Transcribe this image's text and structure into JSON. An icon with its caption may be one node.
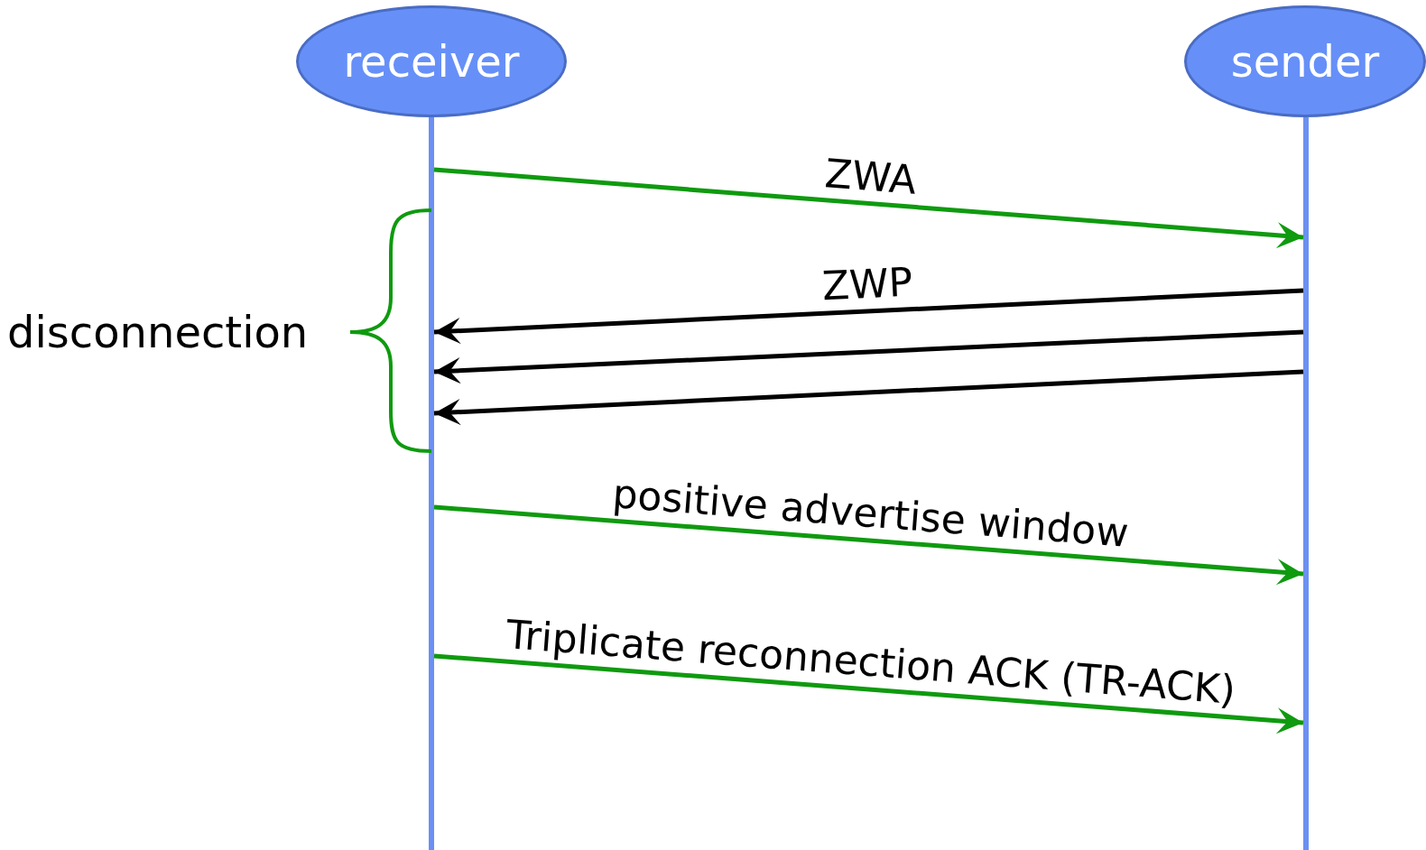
{
  "diagram": {
    "nodes": [
      {
        "text": [
          "receiver"
        ]
      },
      {
        "text": [
          "sender"
        ]
      },
      {
        "text": [],
        "shape": "bar"
      },
      {
        "text": [],
        "shape": "bar"
      }
    ],
    "edges": [
      {
        "from": 2,
        "to": 3,
        "arrow": "to",
        "label": "ZWA",
        "color": "#0f9a0f"
      },
      {
        "from": 3,
        "to": 2,
        "arrow": "to",
        "label": "ZWP",
        "color": "#000000"
      },
      {
        "from": 3,
        "to": 2,
        "arrow": "to",
        "color": "#000000"
      },
      {
        "from": 3,
        "to": 2,
        "arrow": "to",
        "color": "#000000"
      },
      {
        "from": 2,
        "to": 3,
        "arrow": "to",
        "label": "positive advertise window",
        "color": "#0f9a0f"
      },
      {
        "from": 2,
        "to": 3,
        "arrow": "to",
        "label": "Triplicate reconnection ACK (TR-ACK)",
        "color": "#0f9a0f"
      }
    ],
    "labels": [
      "disconnection"
    ]
  }
}
